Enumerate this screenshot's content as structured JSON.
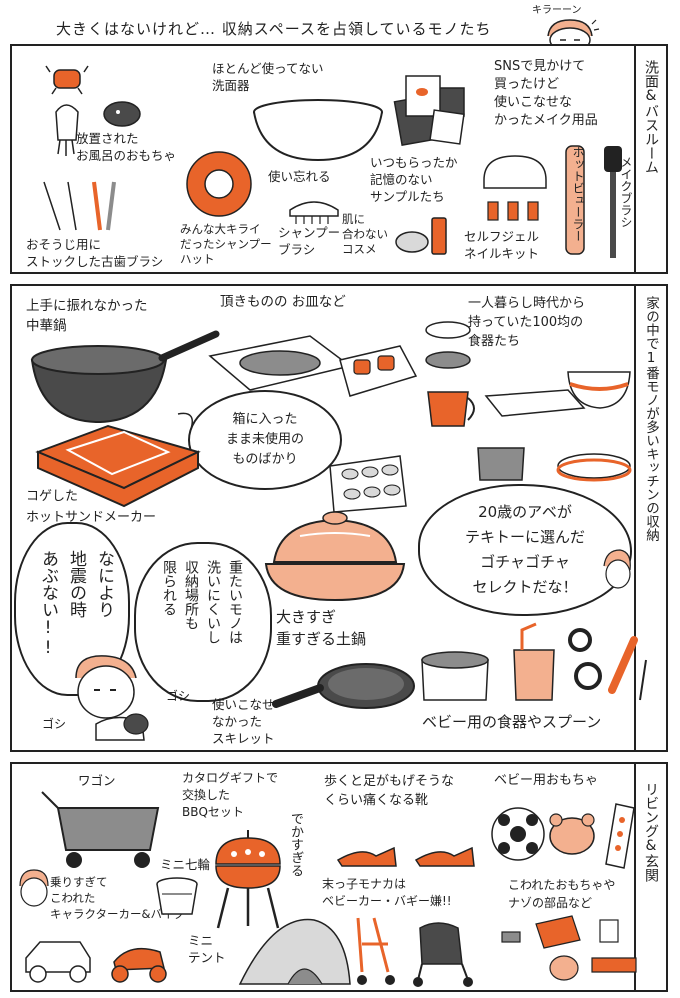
{
  "title": "大きくはないけれど… 収納スペースを占領しているモノたち",
  "sfx": {
    "kira": "キラーーン",
    "goshi1": "ゴシ",
    "goshi2": "ゴシ"
  },
  "bath": {
    "label": "洗面&バスルーム",
    "items": {
      "toys": "放置された\nお風呂のおもちゃ",
      "toothbrush": "おそうじ用に\nストックした古歯ブラシ",
      "washbowl": "ほとんど使ってない\n洗面器",
      "hat": "みんな大キライ\nだったシャンプー\nハット",
      "forgot": "使い忘れる",
      "shampoo_brush": "シャンプー\nブラシ",
      "samples": "いつもらったか\n記憶のない\nサンプルたち",
      "cosme": "肌に\n合わない\nコスメ",
      "sns": "SNSで見かけて\n買ったけど\n使いこなせな\nかったメイク用品",
      "gel": "セルフジェル\nネイルキット",
      "hot_curler": "ホットビューラー",
      "makeup_brush": "メイクブラシ"
    }
  },
  "kitchen": {
    "label": "家の中で1番モノが多いキッチンの収納",
    "items": {
      "wok": "上手に振れなかった\n中華鍋",
      "gift": "頂きものの お皿など",
      "dishes": "一人暮らし時代から\n持っていた100均の\n食器たち",
      "hotsand": "コゲした\nホットサンドメーカー",
      "donabe": "大きすぎ\n重すぎる土鍋",
      "skillet": "使いこなせ\nなかった\nスキレット",
      "baby": "ベビー用の食器やスプーン"
    },
    "bubbles": {
      "boxed": "箱に入った\nまま未使用の\nものばかり",
      "abe": "20歳のアベが\nテキトーに選んだ\nゴチャゴチャ\nセレクトだな！",
      "quake": "なにより\n地震の時\nあぶない!!",
      "heavy": "重たいモノは\n洗いにくいし\n収納場所も\n限られる"
    }
  },
  "living": {
    "label": "リビング&玄関",
    "items": {
      "wagon": "ワゴン",
      "bbq": "カタログギフトで\n交換した\nBBQセット",
      "bbq_big": "でかすぎる",
      "shichirin": "ミニ七輪",
      "character_car": "乗りすぎて\nこわれた\nキャラクターカー&バイク",
      "tent": "ミニ\nテント",
      "shoes": "歩くと足がもげそうな\nくらい痛くなる靴",
      "stroller": "末っ子モナカは\nベビーカー・バギー嫌!!",
      "baby_toys": "ベビー用おもちゃ",
      "broken": "こわれたおもちゃや\nナゾの部品など"
    }
  },
  "colors": {
    "accent": "#e8642a",
    "soft": "#f3b08f",
    "gray": "#8c8c8c",
    "dark": "#4a4a4a",
    "line": "#222222"
  }
}
